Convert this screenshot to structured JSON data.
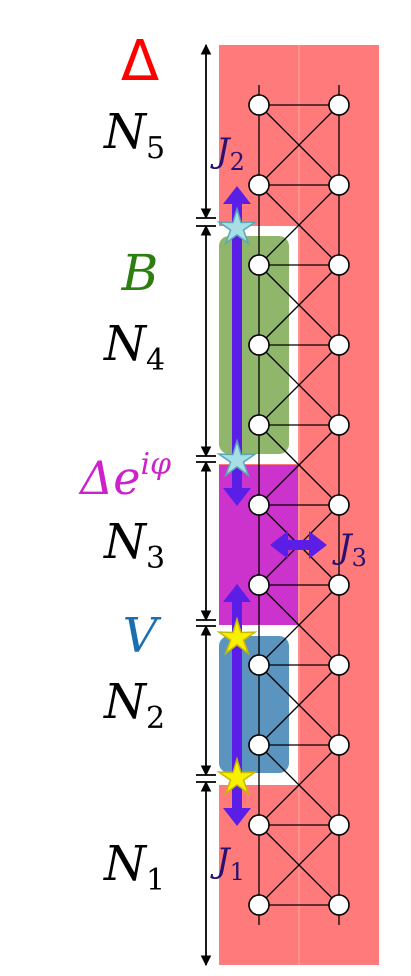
{
  "region_labels": {
    "n5": {
      "symbol": "N",
      "sub": "5"
    },
    "n4": {
      "symbol": "N",
      "sub": "4"
    },
    "n3": {
      "symbol": "N",
      "sub": "3"
    },
    "n2": {
      "symbol": "N",
      "sub": "2"
    },
    "n1": {
      "symbol": "N",
      "sub": "1"
    }
  },
  "parameter_labels": {
    "delta": {
      "text": "Δ",
      "color": "#ff0000"
    },
    "magnetic_field": {
      "text": "B",
      "color": "#2e7d10"
    },
    "delta_phase": {
      "base": "Δe",
      "sup": "iφ",
      "color": "#cc22cc"
    },
    "potential": {
      "text": "V",
      "color": "#1a6fb0"
    }
  },
  "coupling_labels": {
    "j1": {
      "symbol": "J",
      "sub": "1",
      "color": "#2a1070"
    },
    "j2": {
      "symbol": "J",
      "sub": "2",
      "color": "#2a1070"
    },
    "j3": {
      "symbol": "J",
      "sub": "3",
      "color": "#2a1070"
    }
  },
  "colors": {
    "superconductor": "#ff7b7b",
    "field_region": "#8fb66a",
    "phase_region": "#cc33cc",
    "potential_region": "#5b95bf",
    "hopping_arrow": "#5a1ee6",
    "star_cyan": "#a6dfe6",
    "star_yellow": "#f7f000"
  }
}
